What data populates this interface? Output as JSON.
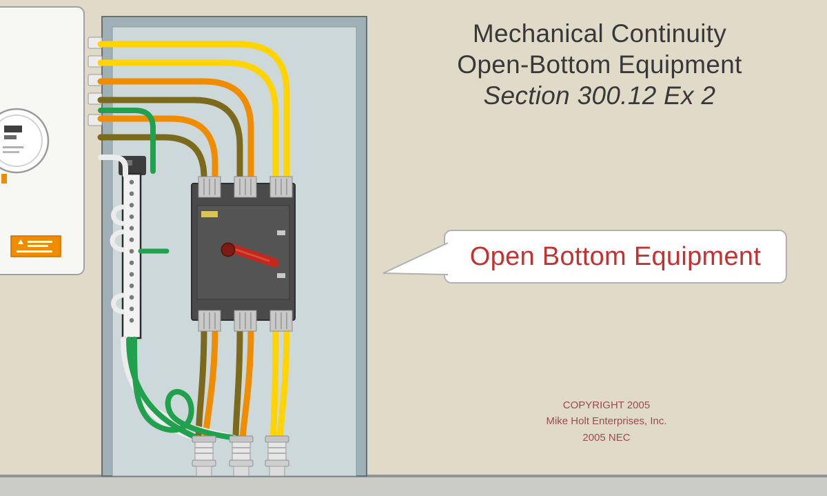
{
  "title": {
    "line1": "Mechanical Continuity",
    "line2": "Open-Bottom Equipment",
    "line3": "Section 300.12 Ex 2"
  },
  "callout": {
    "label": "Open Bottom Equipment"
  },
  "copyright": {
    "line1": "COPYRIGHT 2005",
    "line2": "Mike Holt Enterprises, Inc.",
    "line3": "2005 NEC"
  },
  "colors": {
    "background": "#e0dbc8",
    "enclosure_wall": "#9fb0b6",
    "enclosure_interior": "#cdd8da",
    "breaker_body": "#4a4a4a",
    "handle_red": "#c4271b",
    "wire_yellow": "#ffd400",
    "wire_orange": "#f08c00",
    "wire_olive": "#7c6a1c",
    "wire_green": "#21a04e",
    "wire_white": "#ececec",
    "callout_text": "#c53030",
    "copyright_text": "#9c4a4a",
    "title_text": "#383838",
    "floor": "#cbcbc7"
  }
}
